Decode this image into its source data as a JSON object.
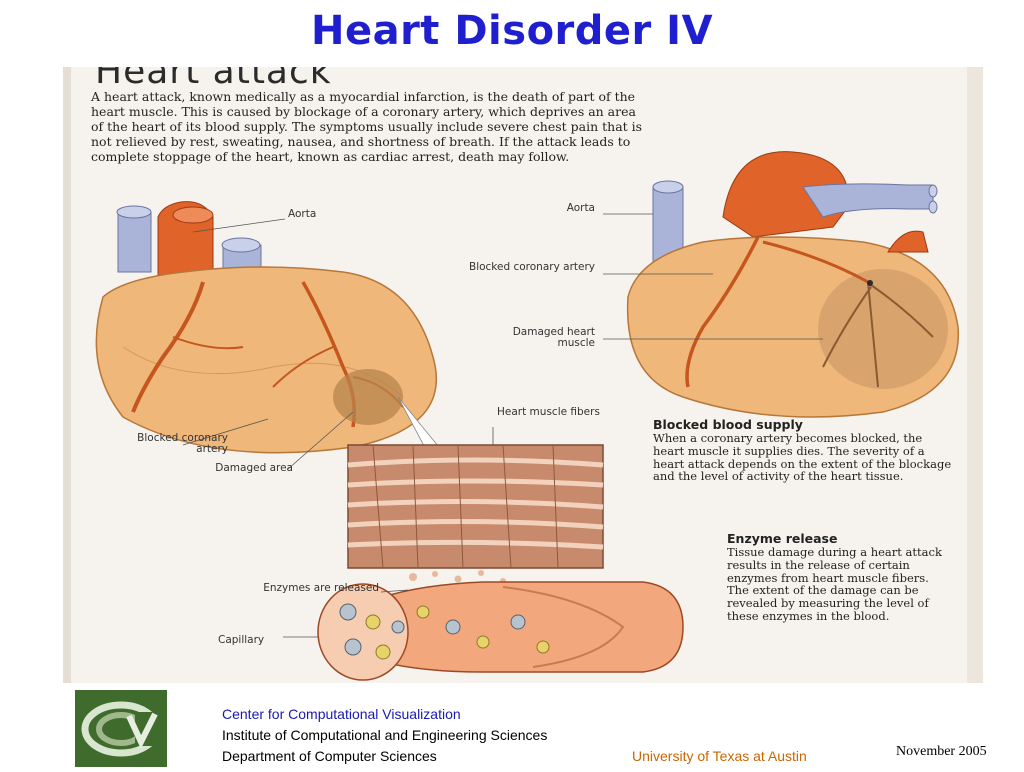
{
  "slide": {
    "title": "Heart Disorder IV"
  },
  "scan": {
    "heading": "Heart attack",
    "intro": "A heart attack, known medically as a myocardial infarction, is the death of part of the heart muscle. This is caused by blockage of a coronary artery, which deprives an area of the heart of its blood supply. The symptoms usually include severe chest pain that is not relieved by rest, sweating, nausea, and shortness of breath. If the attack leads to complete stoppage of the heart, known as cardiac arrest, death may follow.",
    "labels": {
      "aorta_left": "Aorta",
      "blocked_left": "Blocked coronary artery",
      "damaged_area": "Damaged area",
      "aorta_right": "Aorta",
      "blocked_right": "Blocked coronary artery",
      "damaged_muscle": "Damaged heart muscle",
      "muscle_fibers": "Heart muscle fibers",
      "enzymes_released": "Enzymes are released",
      "capillary": "Capillary"
    },
    "blocked_supply": {
      "heading": "Blocked blood supply",
      "body": "When a coronary artery becomes blocked, the heart muscle it supplies dies. The severity of a heart attack depends on the extent of the blockage and the level of activity of the heart tissue."
    },
    "enzyme_release": {
      "heading": "Enzyme release",
      "body": "Tissue damage during a heart attack results in the release of certain enzymes from heart muscle fibers. The extent of the damage can be revealed by measuring the level of these enzymes in the blood."
    }
  },
  "footer": {
    "center": "Center for Computational Visualization",
    "institute": "Institute of Computational and Engineering Sciences",
    "department": "Department of Computer Sciences",
    "university": "University of Texas at Austin",
    "date": "November  2005"
  },
  "colors": {
    "title": "#1f1fcf",
    "heart_muscle": "#f0b77a",
    "artery": "#e0632a",
    "vein": "#a9b3d6",
    "footer_center": "#1a1ab0",
    "footer_university": "#cc6600",
    "logo_bg": "#3f6b2c"
  }
}
